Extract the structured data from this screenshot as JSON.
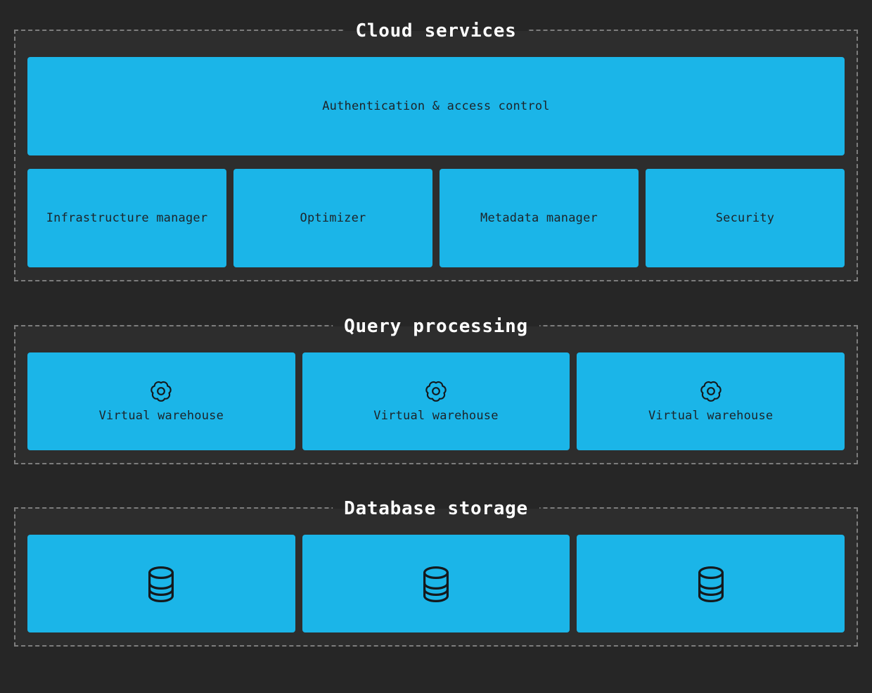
{
  "diagram": {
    "sections": [
      {
        "title": "Cloud services",
        "wide_box": {
          "label": "Authentication & access control"
        },
        "boxes": [
          {
            "label": "Infrastructure manager"
          },
          {
            "label": "Optimizer"
          },
          {
            "label": "Metadata manager"
          },
          {
            "label": "Security"
          }
        ]
      },
      {
        "title": "Query processing",
        "boxes": [
          {
            "icon": "gear-icon",
            "label": "Virtual warehouse"
          },
          {
            "icon": "gear-icon",
            "label": "Virtual warehouse"
          },
          {
            "icon": "gear-icon",
            "label": "Virtual warehouse"
          }
        ]
      },
      {
        "title": "Database storage",
        "boxes": [
          {
            "icon": "database-icon"
          },
          {
            "icon": "database-icon"
          },
          {
            "icon": "database-icon"
          }
        ]
      }
    ]
  },
  "colors": {
    "page_background": "#262626",
    "section_background": "#2d2d2d",
    "section_border": "#7d7d7d",
    "box_fill": "#1bb5e8",
    "box_text": "#1d2429",
    "title_text": "#ffffff",
    "icon_stroke": "#14191d"
  }
}
